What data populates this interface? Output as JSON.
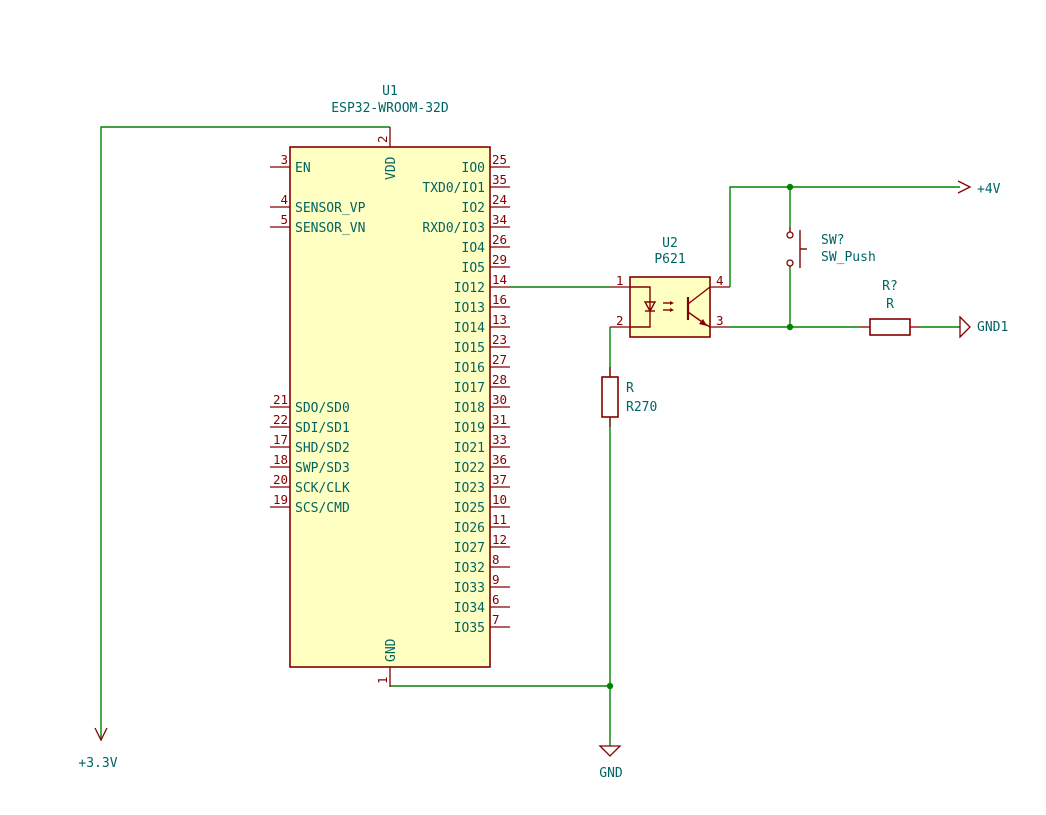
{
  "u1": {
    "ref": "U1",
    "value": "ESP32-WROOM-32D",
    "vdd": {
      "name": "VDD",
      "num": "2"
    },
    "gnd": {
      "name": "GND",
      "num": "1"
    },
    "left_pins": [
      {
        "name": "EN",
        "num": "3"
      },
      {
        "name": "SENSOR_VP",
        "num": "4"
      },
      {
        "name": "SENSOR_VN",
        "num": "5"
      },
      {
        "name": "SDO/SD0",
        "num": "21"
      },
      {
        "name": "SDI/SD1",
        "num": "22"
      },
      {
        "name": "SHD/SD2",
        "num": "17"
      },
      {
        "name": "SWP/SD3",
        "num": "18"
      },
      {
        "name": "SCK/CLK",
        "num": "20"
      },
      {
        "name": "SCS/CMD",
        "num": "19"
      }
    ],
    "right_pins": [
      {
        "name": "IO0",
        "num": "25"
      },
      {
        "name": "TXD0/IO1",
        "num": "35"
      },
      {
        "name": "IO2",
        "num": "24"
      },
      {
        "name": "RXD0/IO3",
        "num": "34"
      },
      {
        "name": "IO4",
        "num": "26"
      },
      {
        "name": "IO5",
        "num": "29"
      },
      {
        "name": "IO12",
        "num": "14"
      },
      {
        "name": "IO13",
        "num": "16"
      },
      {
        "name": "IO14",
        "num": "13"
      },
      {
        "name": "IO15",
        "num": "23"
      },
      {
        "name": "IO16",
        "num": "27"
      },
      {
        "name": "IO17",
        "num": "28"
      },
      {
        "name": "IO18",
        "num": "30"
      },
      {
        "name": "IO19",
        "num": "31"
      },
      {
        "name": "IO21",
        "num": "33"
      },
      {
        "name": "IO22",
        "num": "36"
      },
      {
        "name": "IO23",
        "num": "37"
      },
      {
        "name": "IO25",
        "num": "10"
      },
      {
        "name": "IO26",
        "num": "11"
      },
      {
        "name": "IO27",
        "num": "12"
      },
      {
        "name": "IO32",
        "num": "8"
      },
      {
        "name": "IO33",
        "num": "9"
      },
      {
        "name": "IO34",
        "num": "6"
      },
      {
        "name": "IO35",
        "num": "7"
      }
    ]
  },
  "u2": {
    "ref": "U2",
    "value": "P621",
    "pins": {
      "p1": "1",
      "p2": "2",
      "p3": "3",
      "p4": "4"
    }
  },
  "sw": {
    "ref": "SW?",
    "value": "SW_Push"
  },
  "r_top": {
    "ref": "R?",
    "value": "R"
  },
  "r_bottom": {
    "ref": "R",
    "value": "R270"
  },
  "power": {
    "v33": "+3.3V",
    "v4": "+4V",
    "gnd": "GND",
    "gnd1": "GND1"
  },
  "colors": {
    "wire": "#008400",
    "symbol": "#840000",
    "body_fill": "#ffffc2",
    "text": "#006464"
  }
}
